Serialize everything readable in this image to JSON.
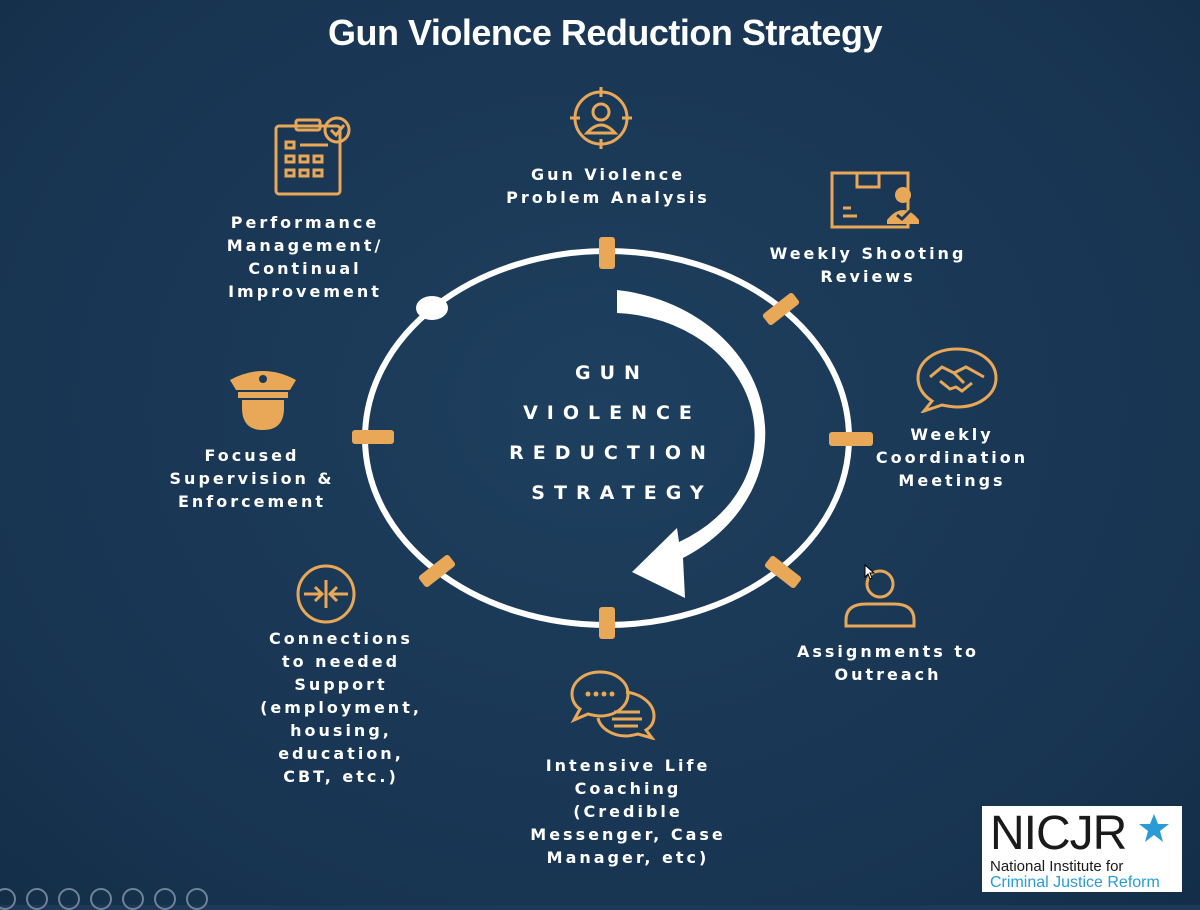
{
  "title": "Gun Violence Reduction Strategy",
  "center": {
    "lines": [
      "GUN",
      "VIOLENCE",
      "REDUCTION",
      "STRATEGY"
    ]
  },
  "steps": [
    {
      "id": "problem-analysis",
      "icon": "target-person-icon",
      "lines": [
        "Gun Violence",
        "Problem Analysis"
      ]
    },
    {
      "id": "weekly-shooting-reviews",
      "icon": "case-file-icon",
      "lines": [
        "Weekly Shooting",
        "Reviews"
      ]
    },
    {
      "id": "weekly-coordination-meetings",
      "icon": "handshake-icon",
      "lines": [
        "Weekly",
        "Coordination",
        "Meetings"
      ]
    },
    {
      "id": "assignments-to-outreach",
      "icon": "person-icon",
      "lines": [
        "Assignments to",
        "Outreach"
      ]
    },
    {
      "id": "intensive-life-coaching",
      "icon": "chat-bubbles-icon",
      "lines": [
        "Intensive Life",
        "Coaching",
        "(Credible",
        "Messenger, Case",
        "Manager, etc)"
      ]
    },
    {
      "id": "connections-to-support",
      "icon": "arrows-inward-icon",
      "lines": [
        "Connections",
        "to needed",
        "Support",
        "(employment,",
        "housing,",
        "education,",
        "CBT, etc.)"
      ]
    },
    {
      "id": "focused-supervision",
      "icon": "police-officer-icon",
      "lines": [
        "Focused",
        "Supervision &",
        "Enforcement"
      ]
    },
    {
      "id": "performance-management",
      "icon": "clipboard-check-icon",
      "lines": [
        "Performance",
        "Management/",
        "Continual",
        "Improvement"
      ]
    }
  ],
  "logo": {
    "main": "NICJR",
    "line1": "National Institute for",
    "line2": "Criminal Justice Reform"
  },
  "colors": {
    "background": "#1c3a57",
    "accent": "#e8a857",
    "text": "#ffffff"
  }
}
